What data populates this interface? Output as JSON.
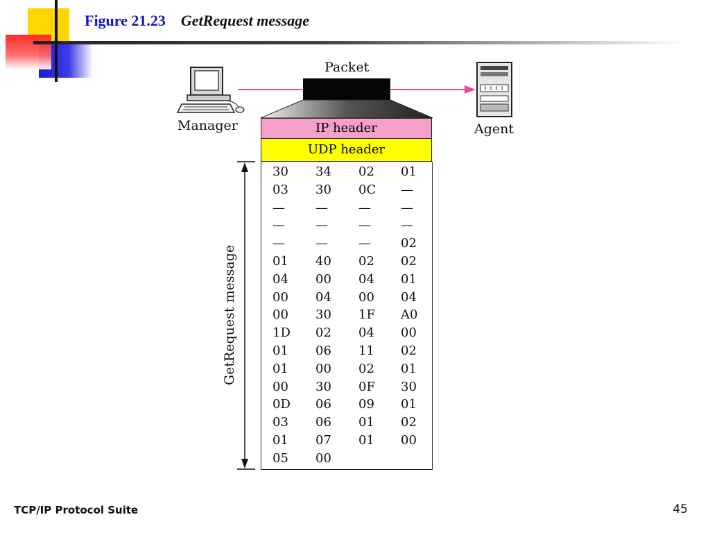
{
  "title": {
    "figure": "Figure 21.23",
    "caption": "GetRequest message"
  },
  "diagram": {
    "packet_label": "Packet",
    "manager_label": "Manager",
    "agent_label": "Agent",
    "ip_header": "IP header",
    "udp_header": "UDP header",
    "message_label": "GetRequest message",
    "bytes": [
      [
        "30",
        "34",
        "02",
        "01"
      ],
      [
        "03",
        "30",
        "0C",
        "—"
      ],
      [
        "—",
        "—",
        "—",
        "—"
      ],
      [
        "—",
        "—",
        "—",
        "—"
      ],
      [
        "—",
        "—",
        "—",
        "02"
      ],
      [
        "01",
        "40",
        "02",
        "02"
      ],
      [
        "04",
        "00",
        "04",
        "01"
      ],
      [
        "00",
        "04",
        "00",
        "04"
      ],
      [
        "00",
        "30",
        "1F",
        "A0"
      ],
      [
        "1D",
        "02",
        "04",
        "00"
      ],
      [
        "01",
        "06",
        "11",
        "02"
      ],
      [
        "01",
        "00",
        "02",
        "01"
      ],
      [
        "00",
        "30",
        "0F",
        "30"
      ],
      [
        "0D",
        "06",
        "09",
        "01"
      ],
      [
        "03",
        "06",
        "01",
        "02"
      ],
      [
        "01",
        "07",
        "01",
        "00"
      ],
      [
        "05",
        "00"
      ]
    ],
    "colors": {
      "ip_header": "#f5a0c8",
      "udp_header": "#ffff00",
      "arrow": "#e8479a",
      "title": "#1515c8"
    }
  },
  "footer": {
    "left": "TCP/IP Protocol Suite",
    "page": "45"
  }
}
